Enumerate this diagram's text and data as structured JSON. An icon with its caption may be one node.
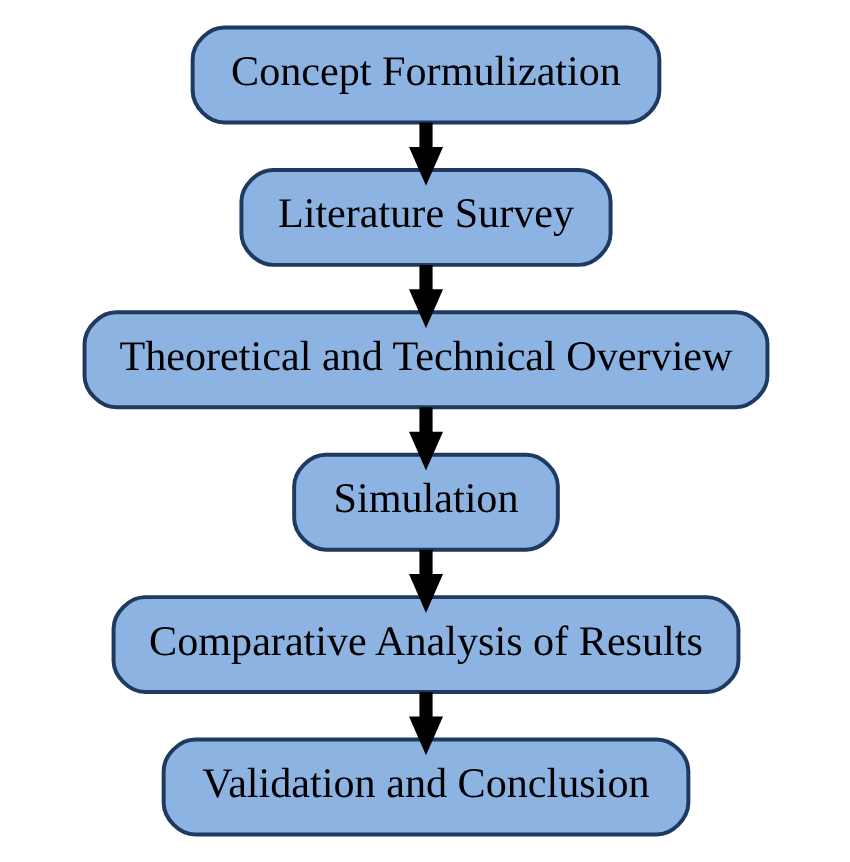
{
  "diagram": {
    "nodes": [
      {
        "text": [
          "Concept Formulization"
        ]
      },
      {
        "text": [
          "Literature Survey"
        ]
      },
      {
        "text": [
          "Theoretical and Technical Overview"
        ]
      },
      {
        "text": [
          "Simulation"
        ]
      },
      {
        "text": [
          "Comparative Analysis of Results"
        ]
      },
      {
        "text": [
          "Validation and Conclusion"
        ]
      }
    ],
    "edges": [
      {
        "from": 0,
        "to": 1,
        "arrow": "to"
      },
      {
        "from": 1,
        "to": 2,
        "arrow": "to"
      },
      {
        "from": 2,
        "to": 3,
        "arrow": "to"
      },
      {
        "from": 3,
        "to": 4,
        "arrow": "to"
      },
      {
        "from": 4,
        "to": 5,
        "arrow": "to"
      }
    ]
  }
}
